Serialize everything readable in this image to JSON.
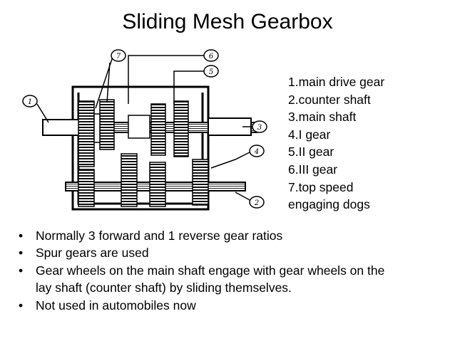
{
  "title": "Sliding Mesh Gearbox",
  "diagram": {
    "callouts": [
      "1",
      "7",
      "6",
      "5",
      "3",
      "4",
      "2"
    ]
  },
  "legend": [
    "1.main drive gear",
    "2.counter shaft",
    "3.main shaft",
    "4.I gear",
    "5.II gear",
    "6.III gear",
    "7.top speed",
    "engaging dogs"
  ],
  "bullets": [
    {
      "marker": "•",
      "lines": [
        "Normally 3 forward and 1 reverse gear ratios"
      ]
    },
    {
      "marker": "•",
      "lines": [
        "Spur gears are used"
      ]
    },
    {
      "marker": "•",
      "lines": [
        "Gear wheels on the main shaft engage with gear wheels on the",
        "lay shaft (counter shaft) by sliding themselves."
      ]
    },
    {
      "marker": "•",
      "lines": [
        "Not used in automobiles now"
      ]
    }
  ]
}
